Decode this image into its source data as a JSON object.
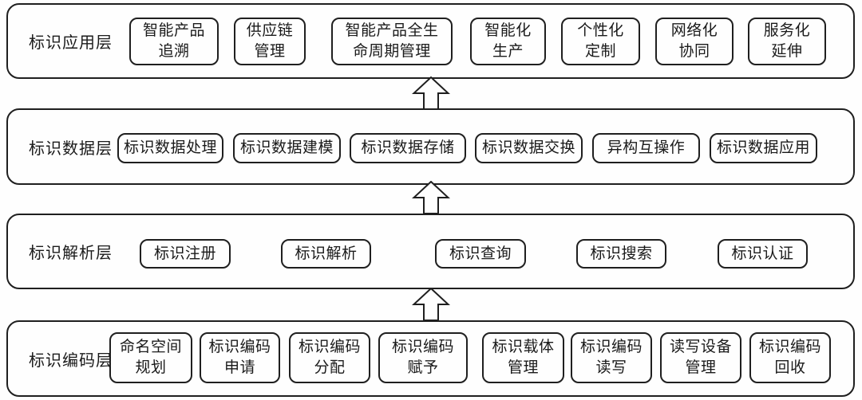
{
  "diagram": {
    "type": "layered-architecture",
    "arrow_direction": "up",
    "arrow_count": 3,
    "colors": {
      "line": "#1f1f1f",
      "box_fill": "#fefefe",
      "background": "#ffffff"
    }
  },
  "layers": [
    {
      "label": "标识应用层",
      "boxes": [
        "智能产品\n追溯",
        "供应链\n管理",
        "智能产品全生\n命周期管理",
        "智能化\n生产",
        "个性化\n定制",
        "网络化\n协同",
        "服务化\n延伸"
      ]
    },
    {
      "label": "标识数据层",
      "boxes": [
        "标识数据处理",
        "标识数据建模",
        "标识数据存储",
        "标识数据交换",
        "异构互操作",
        "标识数据应用"
      ]
    },
    {
      "label": "标识解析层",
      "boxes": [
        "标识注册",
        "标识解析",
        "标识查询",
        "标识搜索",
        "标识认证"
      ]
    },
    {
      "label": "标识编码层",
      "boxes": [
        "命名空间\n规划",
        "标识编码\n申请",
        "标识编码\n分配",
        "标识编码\n赋予",
        "标识载体\n管理",
        "标识编码\n读写",
        "读写设备\n管理",
        "标识编码\n回收"
      ]
    }
  ]
}
